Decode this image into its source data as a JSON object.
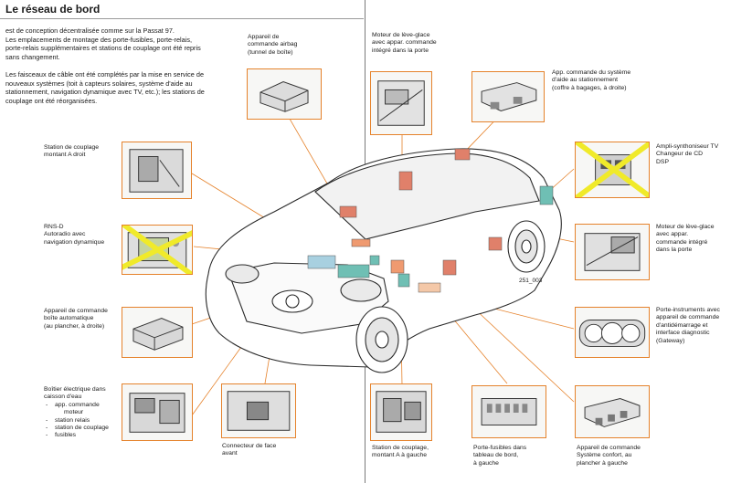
{
  "title": "Le réseau de bord",
  "intro": [
    [
      "est de conception décentralisée comme sur la Passat 97.",
      "Les emplacements de montage des porte-fusibles, porte-relais,",
      "porte-relais supplémentaires et stations de couplage ont été repris",
      "sans changement."
    ],
    [
      "Les faisceaux de câble ont été complétés par la mise en service de",
      "nouveaux systèmes (toit à capteurs solaires, système d'aide au",
      "stationnement, navigation dynamique avec TV, etc.); les stations de",
      "couplage ont été réorganisées."
    ]
  ],
  "labels": {
    "airbag": [
      "Appareil de",
      "commande airbag",
      "(tunnel de boîte)"
    ],
    "window_front": [
      "Moteur de lève-glace",
      "avec appar. commande",
      "intégré dans la porte"
    ],
    "parking": [
      "App. commande du système",
      "d'aide au stationnement",
      "(coffre à bagages, à droite)"
    ],
    "station_right": [
      "Station de couplage",
      "montant A droit"
    ],
    "amp": [
      "Ampli-synthoniseur TV",
      "Changeur de CD",
      "DSP"
    ],
    "rns": [
      "RNS-D",
      "Autoradio avec",
      "navigation dynamique"
    ],
    "window_rear": [
      "Moteur de lève-glace",
      "avec appar.",
      "commande intégré",
      "dans la porte"
    ],
    "gearbox": [
      "Appareil de commande",
      "boîte automatique",
      "(au plancher, à droite)"
    ],
    "cluster": [
      "Porte-instruments avec",
      "appareil de commande",
      "d'antidémarrage et",
      "interface diagnostic",
      "(Gateway)"
    ],
    "ebox_title": [
      "Boîtier électrique dans",
      "caisson d'eau"
    ],
    "ebox_items": [
      "app. commande",
      "moteur",
      "station relais",
      "station de couplage",
      "fusibles"
    ],
    "front_conn": [
      "Connecteur de face",
      "avant"
    ],
    "station_left": [
      "Station de couplage,",
      "montant A à gauche"
    ],
    "fuses": [
      "Porte-fusibles dans",
      "tableau de bord,",
      "à gauche"
    ],
    "comfort": [
      "Appareil de commande",
      "Système confort, au",
      "plancher à gauche"
    ]
  },
  "figure_code": "251_003",
  "colors": {
    "accent": "#e5822b",
    "module_orange": "#ef9a70",
    "module_red": "#e0806a",
    "module_teal": "#6fbfb4",
    "module_blue": "#a8d0e0",
    "crossout": "#f0ea2a"
  }
}
